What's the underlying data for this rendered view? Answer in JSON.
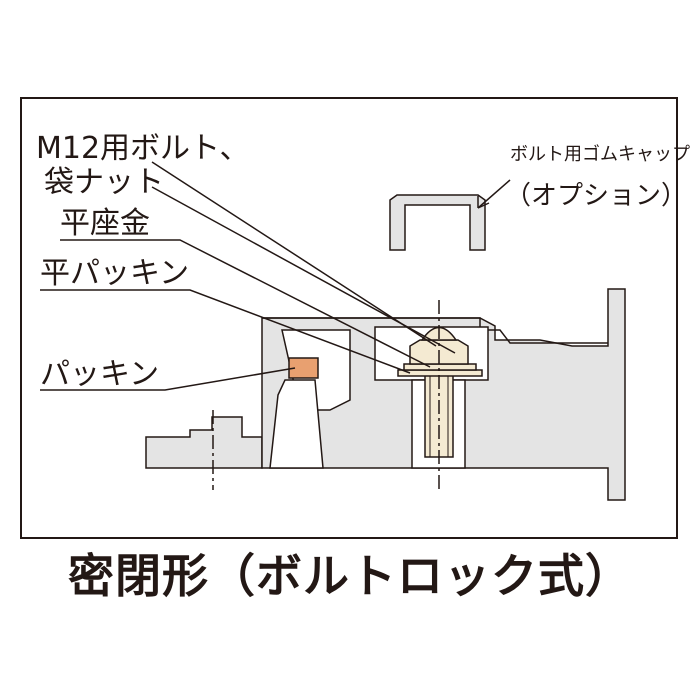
{
  "labels": {
    "bolt": "M12用ボルト、",
    "nut": "袋ナット",
    "washer": "平座金",
    "flat_packing": "平パッキン",
    "packing": "パッキン",
    "cap": "ボルト用ゴムキャップ",
    "option": "（オプション）"
  },
  "caption": "密閉形（ボルトロック式）",
  "colors": {
    "casting_fill": "#e4e4e4",
    "outline": "#231815",
    "bolt_fill": "#f4ead2",
    "packing_fill": "#e8a070"
  }
}
